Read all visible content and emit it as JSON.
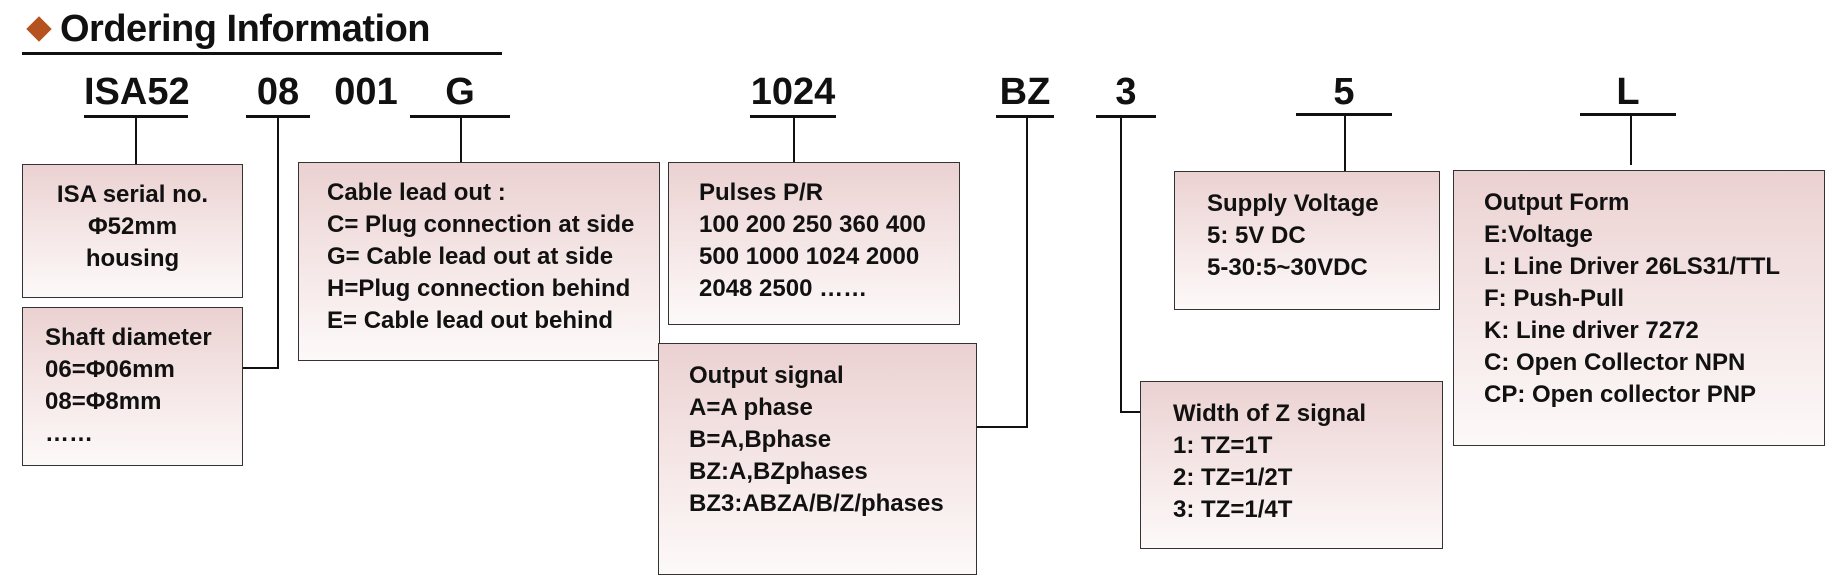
{
  "title": "Ordering Information",
  "codes": {
    "c1": "ISA52",
    "c2": "08",
    "c3": "001",
    "c4": "G",
    "c5": "1024",
    "c6": "BZ",
    "c7": "3",
    "c8": "5",
    "c9": "L"
  },
  "boxes": {
    "serial": [
      "ISA serial no.",
      "Φ52mm",
      "housing"
    ],
    "shaft": [
      "Shaft diameter",
      "06=Φ06mm",
      "08=Φ8mm",
      "……"
    ],
    "cable": [
      "Cable lead out :",
      "C= Plug connection at side",
      "G= Cable lead out at side",
      "H=Plug connection behind",
      "E= Cable lead out behind"
    ],
    "pulses": [
      "Pulses P/R",
      "100 200 250 360 400",
      "500 1000 1024 2000",
      "2048 2500 ……"
    ],
    "signal": [
      "Output signal",
      "A=A phase",
      "B=A,Bphase",
      "BZ:A,BZphases",
      "BZ3:ABZA/B/Z/phases"
    ],
    "width_z": [
      "Width of Z signal",
      "1: TZ=1T",
      "2: TZ=1/2T",
      "3: TZ=1/4T"
    ],
    "voltage": [
      "Supply Voltage",
      "5: 5V DC",
      "5-30:5~30VDC"
    ],
    "output": [
      "Output Form",
      "E:Voltage",
      "L: Line Driver 26LS31/TTL",
      "F: Push-Pull",
      "K:   Line driver 7272",
      "C: Open Collector NPN",
      "CP: Open collector PNP"
    ]
  },
  "accent_color": "#b5521f"
}
